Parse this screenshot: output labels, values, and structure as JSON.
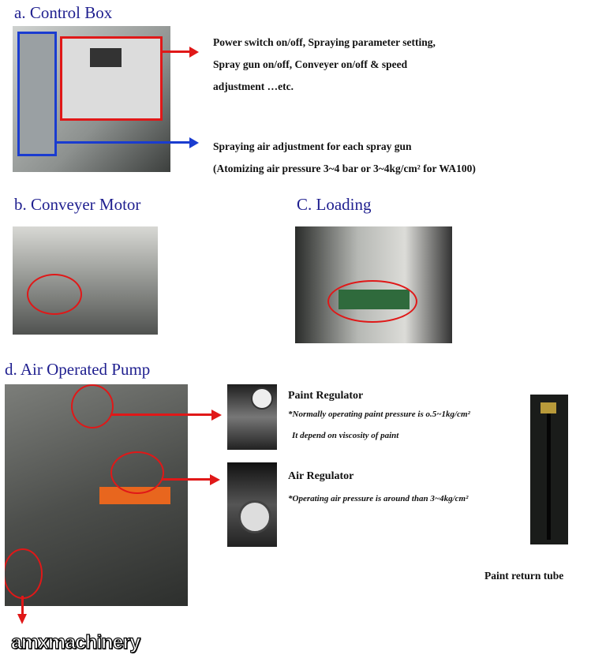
{
  "sections": {
    "a": {
      "title": "a. Control Box",
      "desc1": [
        "Power switch on/off, Spraying parameter setting,",
        "Spray gun on/off, Conveyer on/off & speed",
        "adjustment …etc."
      ],
      "desc2": [
        "Spraying air adjustment for each spray gun",
        "(Atomizing air pressure 3~4 bar or 3~4kg/cm² for  WA100)"
      ]
    },
    "b": {
      "title": "b. Conveyer Motor"
    },
    "c": {
      "title": "C. Loading"
    },
    "d": {
      "title": "d. Air Operated Pump",
      "paint_regulator": {
        "title": "Paint Regulator",
        "lines": [
          "*Normally operating paint pressure is  o.5~1kg/cm²",
          "It depend on viscosity of paint"
        ]
      },
      "air_regulator": {
        "title": "Air Regulator",
        "lines": [
          "*Operating air pressure is around than 3~4kg/cm²"
        ]
      },
      "tube_label": "Paint return tube"
    }
  },
  "watermark": "amxmachinery",
  "colors": {
    "heading": "#1f1f8f",
    "red_marker": "#e01818",
    "blue_marker": "#1a3cd0"
  }
}
